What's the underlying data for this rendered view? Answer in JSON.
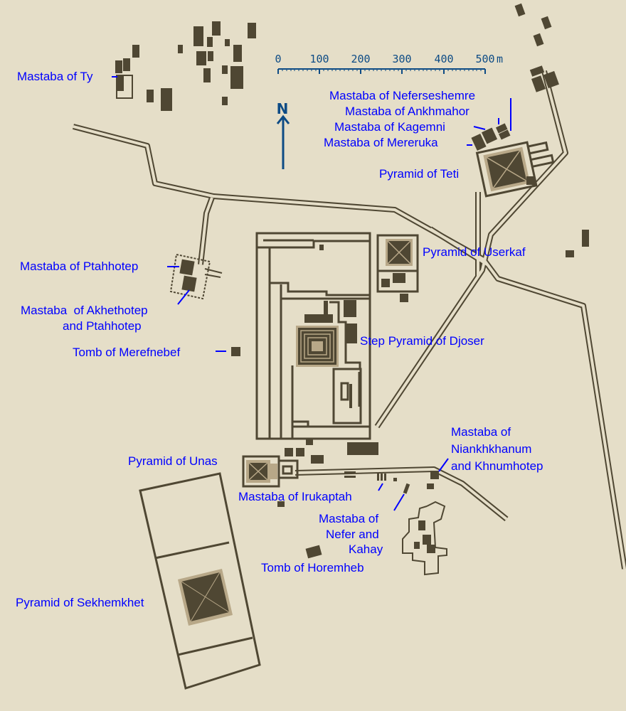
{
  "colors": {
    "background": "#e5dec8",
    "structure": "#4f4733",
    "pyramid_base": "#b8a888",
    "label": "#0000ff",
    "scale": "#0d4b85"
  },
  "scale_bar": {
    "ticks": [
      "0",
      "100",
      "200",
      "300",
      "400",
      "500"
    ],
    "unit": "m"
  },
  "north_arrow": {
    "label": "N"
  },
  "labels": {
    "ty": "Mastaba of Ty",
    "neferseshemre": "Mastaba of Neferseshemre",
    "ankhmahor": "Mastaba of Ankhmahor",
    "kagemni": "Mastaba of Kagemni",
    "mereruka": "Mastaba of Mereruka",
    "teti": "Pyramid of Teti",
    "userkaf": "Pyramid of Userkaf",
    "ptahhotep": "Mastaba of Ptahhotep",
    "akhethotep_1": "Mastaba  of Akhethotep",
    "akhethotep_2": "and Ptahhotep",
    "merefnebef": "Tomb of Merefnebef",
    "djoser": "Step Pyramid of Djoser",
    "niankh_1": "Mastaba of",
    "niankh_2": "Niankhkhanum",
    "niankh_3": "and Khnumhotep",
    "unas": "Pyramid of Unas",
    "irukaptah": "Mastaba of Irukaptah",
    "nefer_1": "Mastaba of",
    "nefer_2": "Nefer and",
    "nefer_3": "Kahay",
    "horemheb": "Tomb of Horemheb",
    "sekhemkhet": "Pyramid of Sekhemkhet"
  }
}
